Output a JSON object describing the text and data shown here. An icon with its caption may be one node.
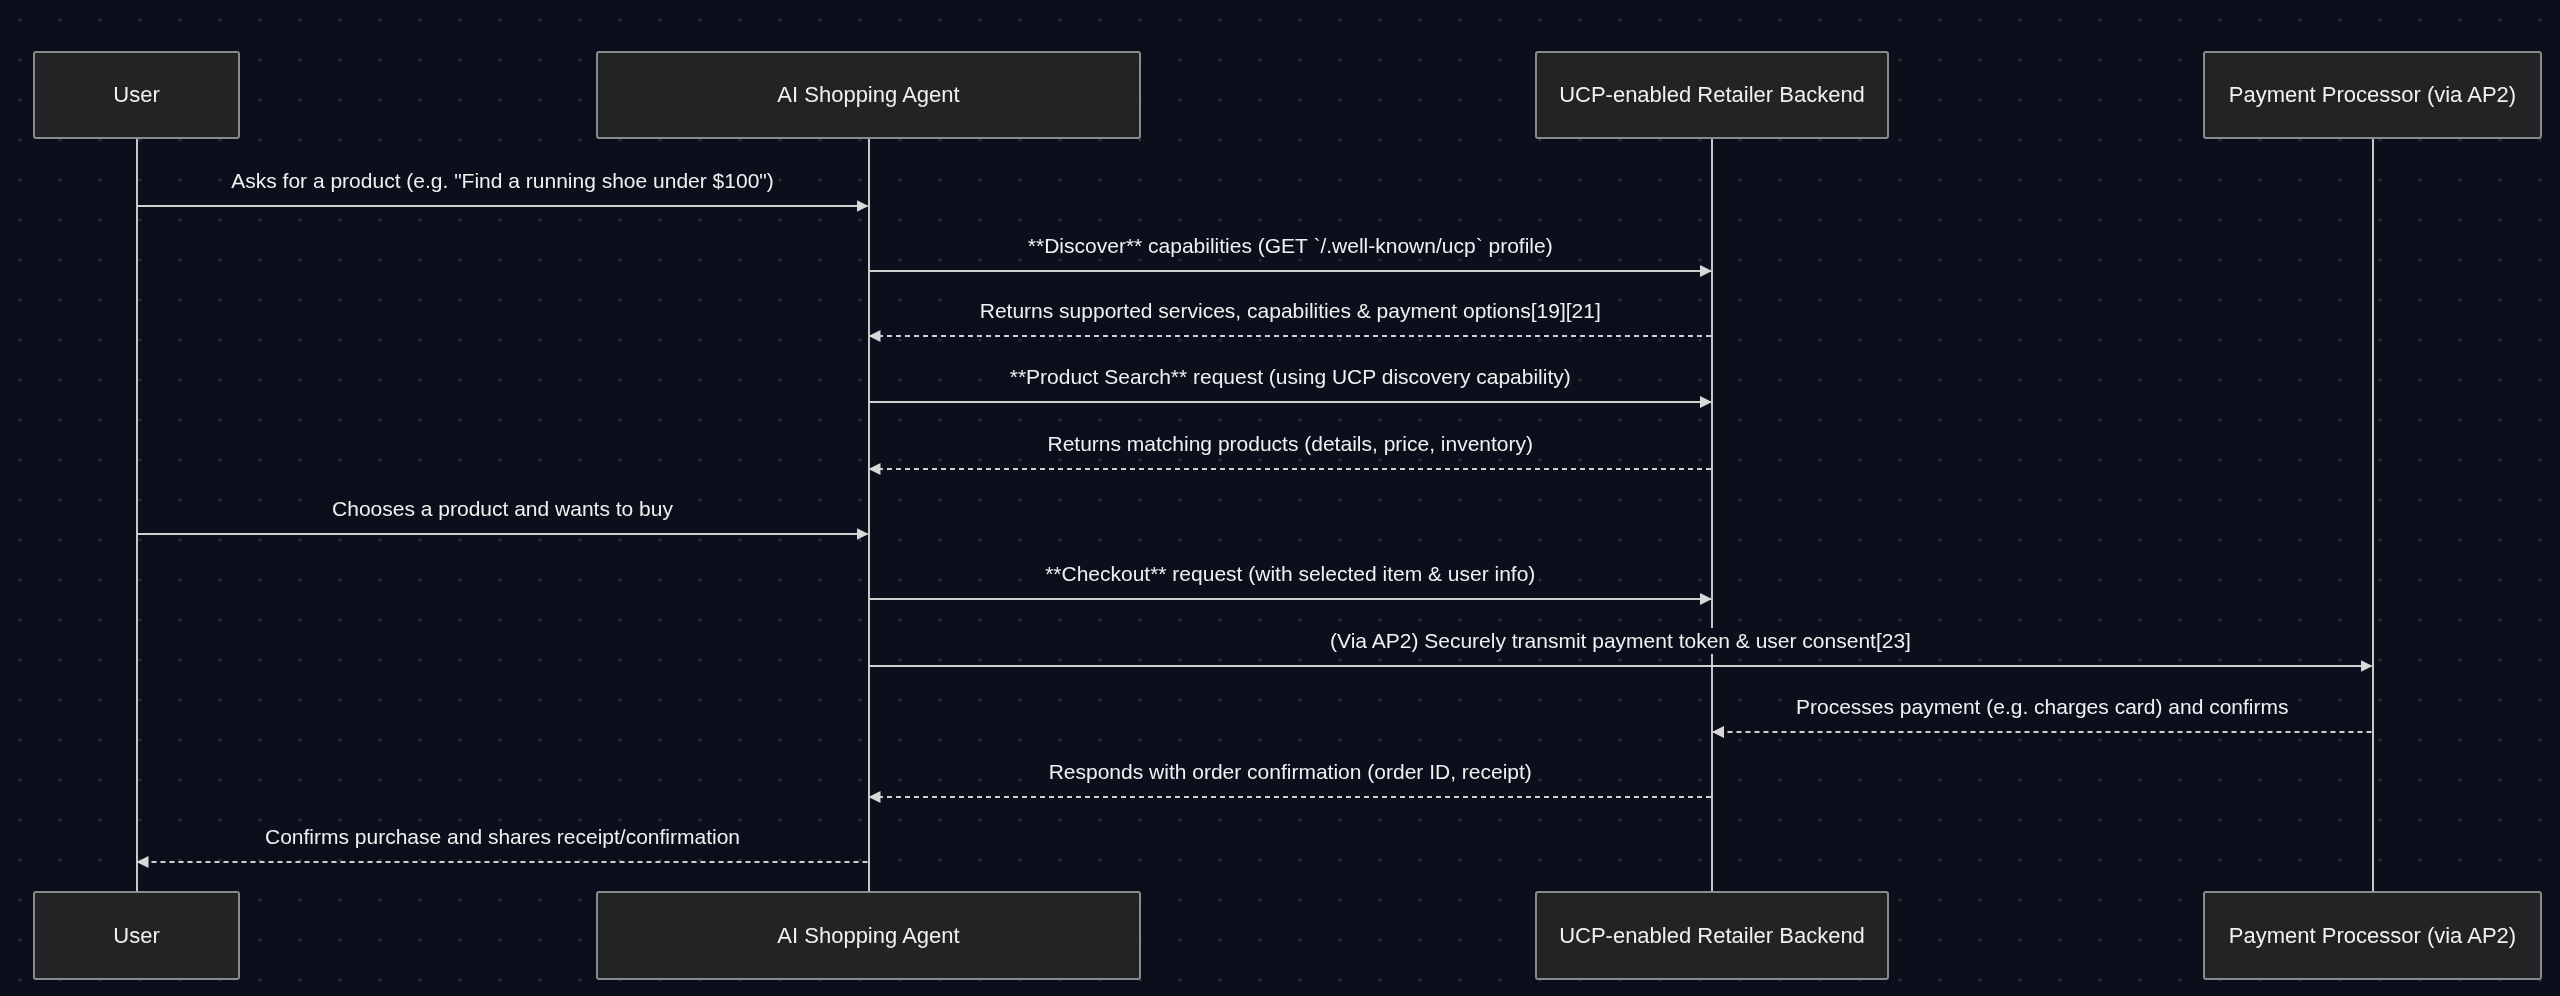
{
  "diagram": {
    "nodes": [
      {
        "text": [
          "User"
        ]
      },
      {
        "text": [
          "AI Shopping Agent"
        ]
      },
      {
        "text": [
          "UCP-enabled Retailer Backend"
        ]
      },
      {
        "text": [
          "Payment Processor (via AP2)"
        ]
      },
      {
        "text": [
          "User"
        ]
      },
      {
        "text": [
          "AI Shopping Agent"
        ]
      },
      {
        "text": [
          "UCP-enabled Retailer Backend"
        ]
      },
      {
        "text": [
          "Payment Processor (via AP2)"
        ]
      },
      {
        "text": [],
        "shape": "bar"
      },
      {
        "text": [],
        "shape": "bar"
      },
      {
        "text": [],
        "shape": "bar"
      },
      {
        "text": [],
        "shape": "bar"
      }
    ],
    "edges": [
      {
        "from": 8,
        "to": 9,
        "arrow": "to",
        "label": "Asks for a product (e.g. \"Find a running shoe under $100\")"
      },
      {
        "from": 9,
        "to": 10,
        "arrow": "to",
        "label": "**Discover** capabilities (GET `/.well-known/ucp` profile)"
      },
      {
        "from": 10,
        "to": 9,
        "arrow": "to",
        "style": "dashed",
        "label": "Returns supported services, capabilities & payment options[19][21]"
      },
      {
        "from": 9,
        "to": 10,
        "arrow": "to",
        "label": "**Product Search** request (using UCP discovery capability)"
      },
      {
        "from": 10,
        "to": 9,
        "arrow": "to",
        "style": "dashed",
        "label": "Returns matching products (details, price, inventory)"
      },
      {
        "from": 8,
        "to": 9,
        "arrow": "to",
        "label": "Chooses a product and wants to buy"
      },
      {
        "from": 9,
        "to": 10,
        "arrow": "to",
        "label": "**Checkout** request (with selected item & user info)"
      },
      {
        "from": 9,
        "to": 11,
        "arrow": "to",
        "label": "(Via AP2) Securely transmit payment token & user consent[23]"
      },
      {
        "from": 11,
        "to": 10,
        "arrow": "to",
        "style": "dashed",
        "label": "Processes payment (e.g. charges card) and confirms"
      },
      {
        "from": 10,
        "to": 9,
        "arrow": "to",
        "style": "dashed",
        "label": "Responds with order confirmation (order ID, receipt)"
      },
      {
        "from": 9,
        "to": 8,
        "arrow": "to",
        "style": "dashed",
        "label": "Confirms purchase and shares receipt/confirmation"
      }
    ]
  }
}
